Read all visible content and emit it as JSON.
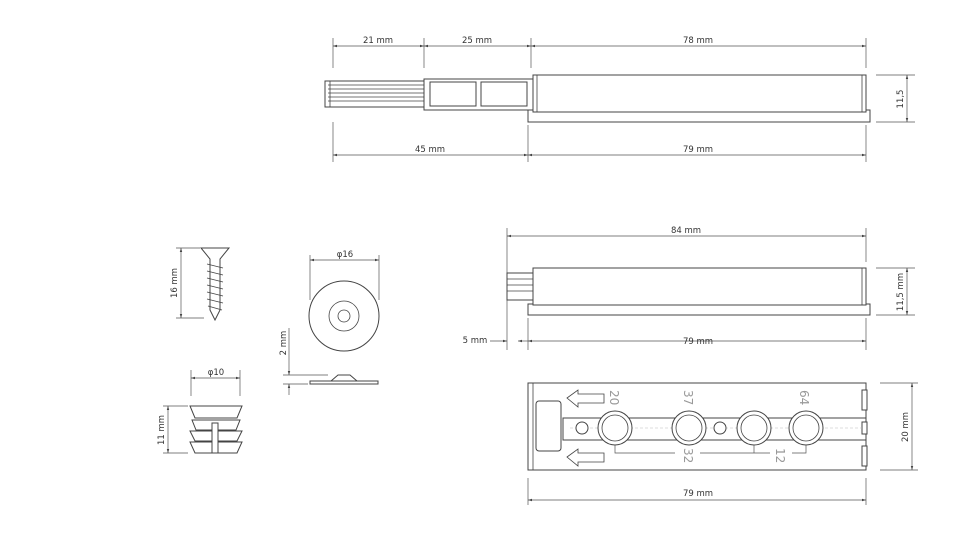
{
  "top_view": {
    "dim_tip": "21 mm",
    "dim_mid": "25 mm",
    "dim_body": "78 mm",
    "dim_front": "45 mm",
    "dim_base": "79 mm",
    "dim_height": "11,5"
  },
  "closed_view": {
    "dim_total": "84 mm",
    "dim_tip": "5 mm",
    "dim_base": "79 mm",
    "dim_height": "11,5 mm"
  },
  "plate_view": {
    "hole_labels": [
      "20",
      "37",
      "64"
    ],
    "spacing_labels": [
      "32",
      "12"
    ],
    "dim_height": "20 mm",
    "dim_length": "79 mm"
  },
  "screw": {
    "dim_length": "16 mm"
  },
  "washer": {
    "dim_diameter": "φ16",
    "dim_thickness": "2 mm"
  },
  "plug": {
    "dim_diameter": "φ10",
    "dim_height": "11 mm"
  }
}
